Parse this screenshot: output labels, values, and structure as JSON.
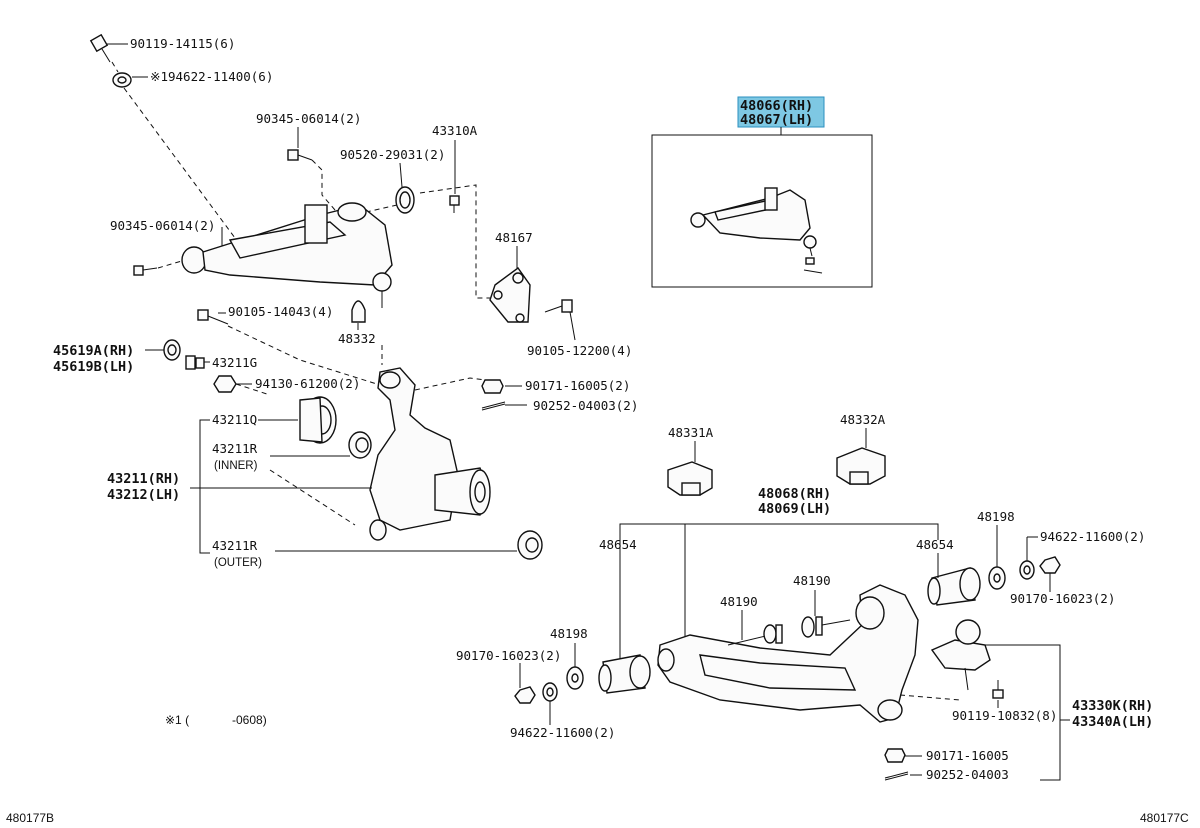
{
  "labels": {
    "bolt_upper_arm": "90119-14115(6)",
    "washer_upper": "※194622-11400(6)",
    "bolt_90345_top": "90345-06014(2)",
    "bolt_90345_left": "90345-06014(2)",
    "retainer_90520": "90520-29031(2)",
    "stopper_43310A": "43310A",
    "bracket_48167": "48167",
    "bolt_90105_12200": "90105-12200(4)",
    "bolt_90105_14043": "90105-14043(4)",
    "bumper_48332": "48332",
    "seal_45619A": "45619A(RH)",
    "seal_45619B": "45619B(LH)",
    "part_43211G": "43211G",
    "nut_94130": "94130-61200(2)",
    "nut_90171_upper": "90171-16005(2)",
    "pin_90252_upper": "90252-04003(2)",
    "part_43211Q": "43211Q",
    "part_43211R_inner": "43211R",
    "inner_note": "(INNER)",
    "knuckle_rh": "43211(RH)",
    "knuckle_lh": "43212(LH)",
    "part_43211R_outer": "43211R",
    "outer_note": "(OUTER)",
    "upper_arm_rh": "48066(RH)",
    "upper_arm_lh": "48067(LH)",
    "bumper_48331A": "48331A",
    "bumper_48332A": "48332A",
    "lower_arm_rh": "48068(RH)",
    "lower_arm_lh": "48069(LH)",
    "bushing_48654_left": "48654",
    "bushing_48654_right": "48654",
    "washer_48198_right": "48198",
    "washer_94622_right": "94622-11600(2)",
    "nut_90170_right": "90170-16023(2)",
    "bolt_48190_a": "48190",
    "bolt_48190_b": "48190",
    "washer_48198_left": "48198",
    "nut_90170_left": "90170-16023(2)",
    "washer_94622_left": "94622-11600(2)",
    "bolt_90119_10832": "90119-10832(8)",
    "balljoint_rh": "43330K(RH)",
    "balljoint_lh": "43340A(LH)",
    "nut_90171_lower": "90171-16005",
    "pin_90252_lower": "90252-04003",
    "footnote_mark": "※1 (",
    "footnote_date": "-0608)",
    "code_left": "480177B",
    "code_right": "480177C"
  },
  "colors": {
    "highlight": "#7ec8e3",
    "line": "#111111",
    "background": "#ffffff"
  }
}
